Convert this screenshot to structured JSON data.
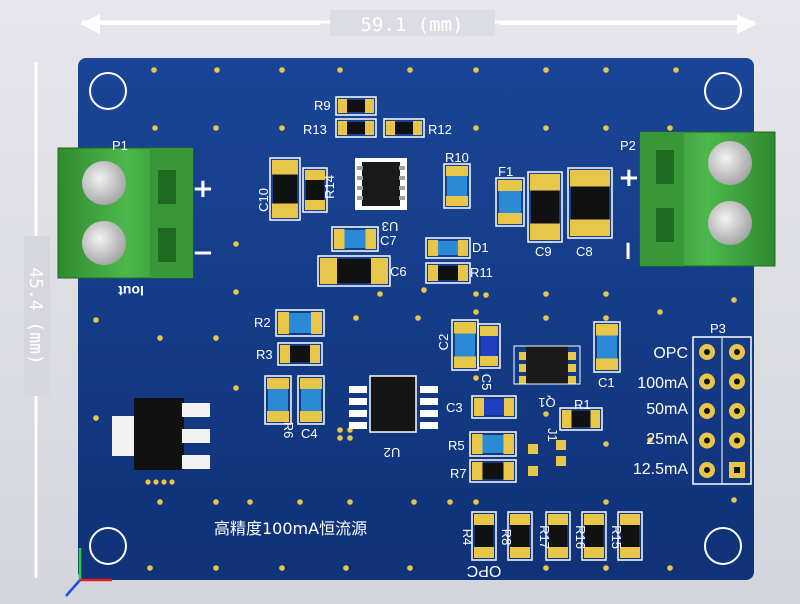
{
  "dimensions": {
    "width_label": "59.1 (mm)",
    "height_label": "45.4 (mm)"
  },
  "board": {
    "title": "高精度100mA恒流源",
    "output_label": "Iout"
  },
  "connectors": {
    "p1": {
      "ref": "P1",
      "plus": "+",
      "minus": "−"
    },
    "p2": {
      "ref": "P2",
      "plus": "+",
      "minus": "−"
    },
    "p3": {
      "ref": "P3",
      "options": [
        "OPC",
        "100mA",
        "50mA",
        "25mA",
        "12.5mA"
      ]
    }
  },
  "designators": {
    "r9": "R9",
    "r13": "R13",
    "r12": "R12",
    "r10": "R10",
    "r14": "R14",
    "r11": "R11",
    "c10": "C10",
    "c7": "C7",
    "c6": "C6",
    "c9": "C9",
    "c8": "C8",
    "f1": "F1",
    "d1": "D1",
    "u3": "U3",
    "r2": "R2",
    "r3": "R3",
    "r6": "R6",
    "c4": "C4",
    "u2": "U2",
    "c2": "C2",
    "c5": "C5",
    "c3": "C3",
    "c1": "C1",
    "q1": "Q1",
    "r1": "R1",
    "r5": "R5",
    "r7": "R7",
    "j1": "J1",
    "r4": "R4",
    "r8": "R8",
    "r17": "R17",
    "r16": "R16",
    "r15": "R15",
    "opc": "OPC"
  },
  "colors": {
    "board": "#123a87",
    "silk": "#ffffff",
    "pad": "#e8c64a",
    "terminal": "#3fa03f",
    "cap_body": "#2a8ad6"
  }
}
